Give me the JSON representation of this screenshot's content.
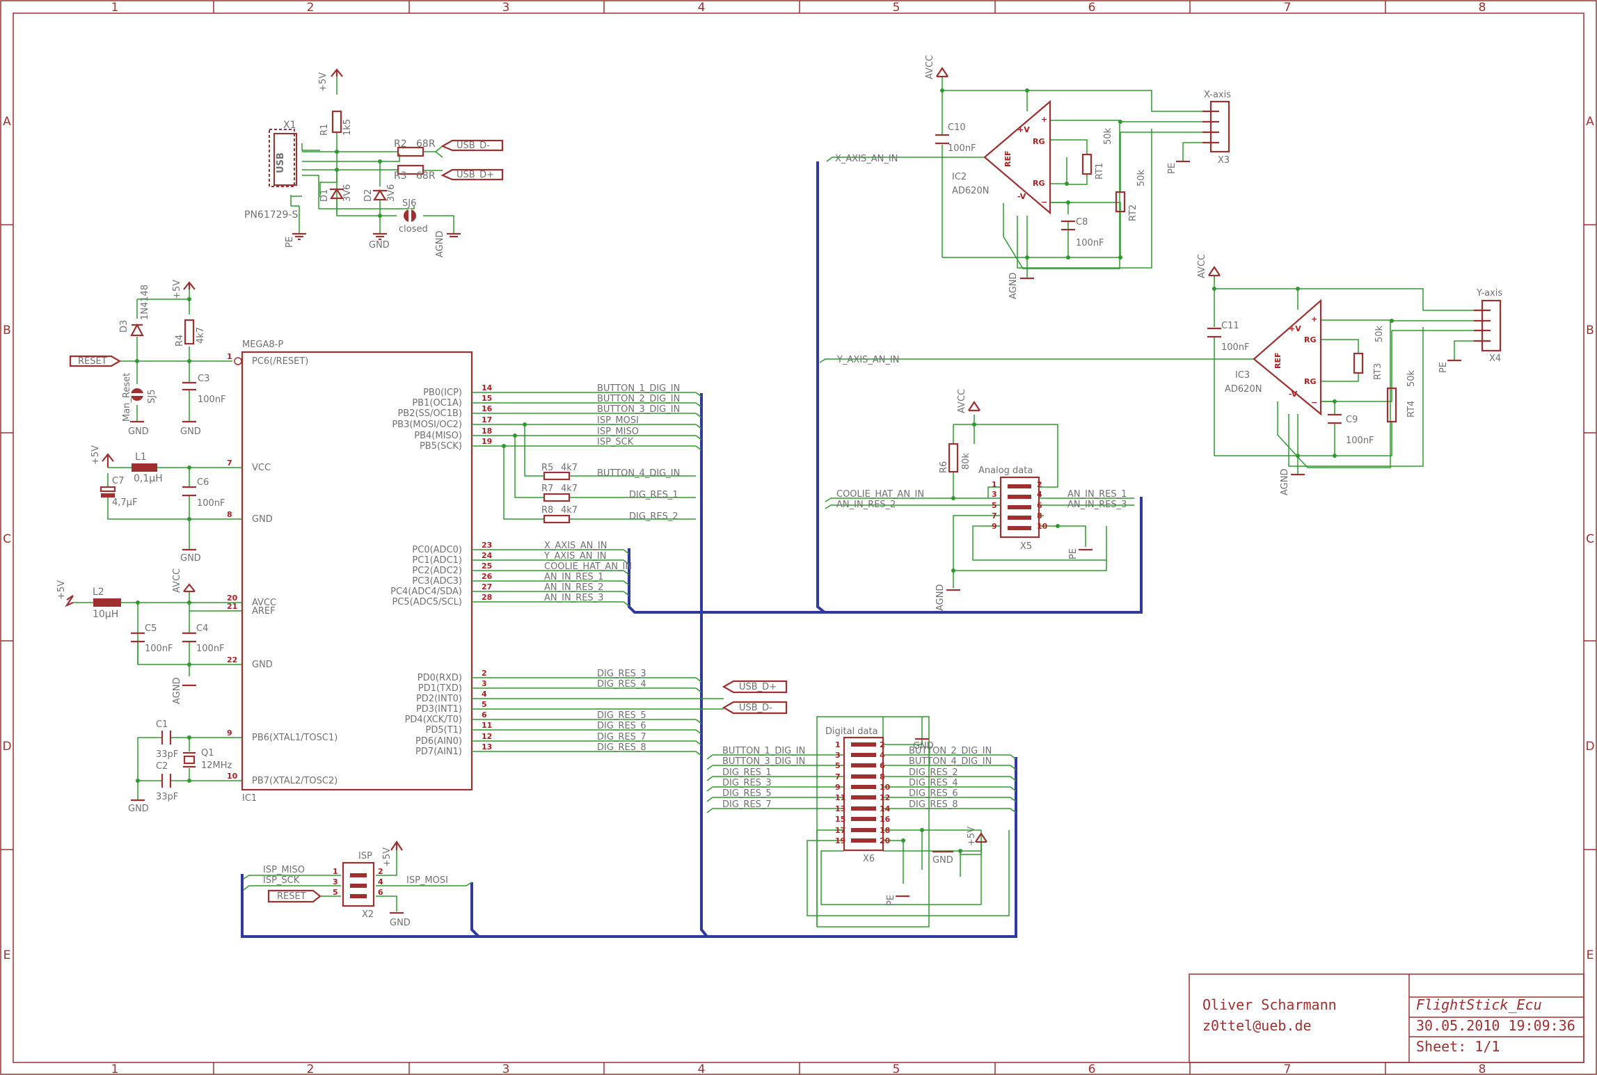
{
  "colors": {
    "frame": "#a03030",
    "wire": "#2e9a2e",
    "bus": "#2f3a9c",
    "part": "#a03030",
    "text": "#707070",
    "pin_label": "#b02020"
  },
  "frame": {
    "columns": [
      "1",
      "2",
      "3",
      "4",
      "5",
      "6",
      "7",
      "8"
    ],
    "rows": [
      "A",
      "B",
      "C",
      "D",
      "E"
    ]
  },
  "title_block": {
    "author": "Oliver Scharmann",
    "email": "z0ttel@ueb.de",
    "project": "FlightStick_Ecu",
    "date": "30.05.2010 19:09:36",
    "sheet": "Sheet: 1/1"
  },
  "usb": {
    "connector": "X1",
    "connector_type": "USB",
    "part": "PN61729-S",
    "r1": "R1",
    "r1_value": "1k5",
    "r2": "R2",
    "r2_value": "68R",
    "r3": "R3",
    "r3_value": "68R",
    "d1": "D1",
    "d1_value": "3V6",
    "d2": "D2",
    "d2_value": "3V6",
    "sj6": "SJ6",
    "sj6_value": "closed",
    "port_dm": "USB_D-",
    "port_dp": "USB_D+",
    "supply": "+5V",
    "pe": "PE",
    "gnd": "GND",
    "agnd": "AGND"
  },
  "reset_block": {
    "port": "RESET",
    "d3": "D3",
    "d3_value": "1N4148",
    "r4": "R4",
    "r4_value": "4k7",
    "c3": "C3",
    "c3_value": "100nF",
    "sj5": "SJ5",
    "sj5_value": "Man_Reset",
    "supply": "+5V",
    "gnd1": "GND",
    "gnd2": "GND"
  },
  "power_block": {
    "l1": "L1",
    "l1_value": "0,1µH",
    "c7": "C7",
    "c7_value": "4,7µF",
    "c6": "C6",
    "c6_value": "100nF",
    "l2": "L2",
    "l2_value": "10µH",
    "c5": "C5",
    "c5_value": "100nF",
    "c4": "C4",
    "c4_value": "100nF",
    "supply1": "+5V",
    "supply2": "+5V",
    "avcc": "AVCC",
    "gnd": "GND",
    "agnd": "AGND"
  },
  "crystal": {
    "c1": "C1",
    "c1_value": "33pF",
    "c2": "C2",
    "c2_value": "33pF",
    "q1": "Q1",
    "q1_value": "12MHz",
    "gnd": "GND"
  },
  "mcu": {
    "part": "MEGA8-P",
    "ref": "IC1",
    "left_pins": [
      {
        "num": "1",
        "name": "PC6(/RESET)"
      },
      {
        "num": "7",
        "name": "VCC"
      },
      {
        "num": "8",
        "name": "GND"
      },
      {
        "num": "20",
        "name": "AVCC"
      },
      {
        "num": "21",
        "name": "AREF"
      },
      {
        "num": "22",
        "name": "GND"
      },
      {
        "num": "9",
        "name": "PB6(XTAL1/TOSC1)"
      },
      {
        "num": "10",
        "name": "PB7(XTAL2/TOSC2)"
      }
    ],
    "right_pins": [
      {
        "num": "14",
        "name": "PB0(ICP)",
        "net": "BUTTON_1_DIG_IN"
      },
      {
        "num": "15",
        "name": "PB1(OC1A)",
        "net": "BUTTON_2_DIG_IN"
      },
      {
        "num": "16",
        "name": "PB2(SS/OC1B)",
        "net": "BUTTON_3_DIG_IN"
      },
      {
        "num": "17",
        "name": "PB3(MOSI/OC2)",
        "net": "ISP_MOSI"
      },
      {
        "num": "18",
        "name": "PB4(MISO)",
        "net": "ISP_MISO"
      },
      {
        "num": "19",
        "name": "PB5(SCK)",
        "net": "ISP_SCK"
      },
      {
        "num": "23",
        "name": "PC0(ADC0)",
        "net": "X_AXIS_AN_IN"
      },
      {
        "num": "24",
        "name": "PC1(ADC1)",
        "net": "Y_AXIS_AN_IN"
      },
      {
        "num": "25",
        "name": "PC2(ADC2)",
        "net": "COOLIE_HAT_AN_IN"
      },
      {
        "num": "26",
        "name": "PC3(ADC3)",
        "net": "AN_IN_RES_1"
      },
      {
        "num": "27",
        "name": "PC4(ADC4/SDA)",
        "net": "AN_IN_RES_2"
      },
      {
        "num": "28",
        "name": "PC5(ADC5/SCL)",
        "net": "AN_IN_RES_3"
      },
      {
        "num": "2",
        "name": "PD0(RXD)",
        "net": "DIG_RES_3"
      },
      {
        "num": "3",
        "name": "PD1(TXD)",
        "net": "DIG_RES_4"
      },
      {
        "num": "4",
        "name": "PD2(INT0)",
        "net": ""
      },
      {
        "num": "5",
        "name": "PD3(INT1)",
        "net": ""
      },
      {
        "num": "6",
        "name": "PD4(XCK/T0)",
        "net": "DIG_RES_5"
      },
      {
        "num": "11",
        "name": "PD5(T1)",
        "net": "DIG_RES_6"
      },
      {
        "num": "12",
        "name": "PD6(AIN0)",
        "net": "DIG_RES_7"
      },
      {
        "num": "13",
        "name": "PD7(AIN1)",
        "net": "DIG_RES_8"
      }
    ],
    "pullups": [
      {
        "ref": "R5",
        "value": "4k7",
        "net": "BUTTON_4_DIG_IN"
      },
      {
        "ref": "R7",
        "value": "4k7",
        "net": "DIG_RES_1"
      },
      {
        "ref": "R8",
        "value": "4k7",
        "net": "DIG_RES_2"
      }
    ],
    "usb_dp": "USB_D+",
    "usb_dm": "USB_D-"
  },
  "amp_x": {
    "ref": "IC2",
    "part": "AD620N",
    "cap": "C10",
    "cap_value": "100nF",
    "c8": "C8",
    "c8_value": "100nF",
    "rt1": "RT1",
    "rt1_value": "50k",
    "rt2": "RT2",
    "rt2_value": "50k",
    "connector": "X3",
    "connector_name": "X-axis",
    "net": "X_AXIS_AN_IN",
    "avcc": "AVCC",
    "agnd": "AGND",
    "pe": "PE"
  },
  "amp_y": {
    "ref": "IC3",
    "part": "AD620N",
    "cap": "C11",
    "cap_value": "100nF",
    "c9": "C9",
    "c9_value": "100nF",
    "rt3": "RT3",
    "rt3_value": "50k",
    "rt4": "RT4",
    "rt4_value": "50k",
    "connector": "X4",
    "connector_name": "Y-axis",
    "net": "Y_AXIS_AN_IN",
    "avcc": "AVCC",
    "agnd": "AGND",
    "pe": "PE"
  },
  "analog_conn": {
    "name": "Analog data",
    "ref": "X5",
    "r6": "R6",
    "r6_value": "80k",
    "net_left_1": "COOLIE_HAT_AN_IN",
    "net_left_2": "AN_IN_RES_2",
    "net_right_1": "AN_IN_RES_1",
    "net_right_2": "AN_IN_RES_3",
    "avcc": "AVCC",
    "agnd": "AGND",
    "pe": "PE"
  },
  "digital_conn": {
    "name": "Digital data",
    "ref": "X6",
    "left": [
      "BUTTON_1_DIG_IN",
      "BUTTON_3_DIG_IN",
      "DIG_RES_1",
      "DIG_RES_3",
      "DIG_RES_5",
      "DIG_RES_7"
    ],
    "right": [
      "BUTTON_2_DIG_IN",
      "BUTTON_4_DIG_IN",
      "DIG_RES_2",
      "DIG_RES_4",
      "DIG_RES_6",
      "DIG_RES_8"
    ],
    "gnd1": "GND",
    "gnd2": "GND",
    "supply": "+5V",
    "pe": "PE"
  },
  "isp_conn": {
    "name": "ISP",
    "ref": "X2",
    "miso": "ISP_MISO",
    "sck": "ISP_SCK",
    "reset": "RESET",
    "mosi": "ISP_MOSI",
    "supply": "+5V",
    "gnd": "GND"
  }
}
